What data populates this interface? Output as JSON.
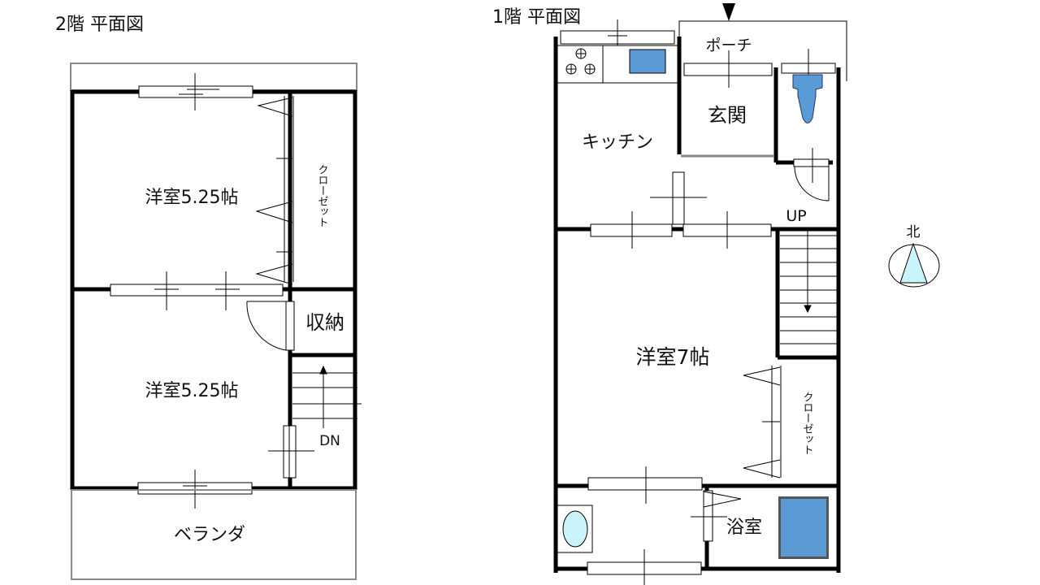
{
  "floor2": {
    "title": "2階 平面図",
    "rooms": {
      "west_room_north": "洋室5.25帖",
      "west_room_south": "洋室5.25帖",
      "closet": "クローゼット",
      "storage": "収納",
      "veranda": "ベランダ",
      "stairs": "DN"
    }
  },
  "floor1": {
    "title": "1階 平面図",
    "rooms": {
      "porch": "ポーチ",
      "entrance": "玄関",
      "kitchen": "キッチン",
      "western_room": "洋室7帖",
      "closet": "クローゼット",
      "bath": "浴室",
      "stairs": "UP"
    }
  },
  "compass": {
    "label": "北",
    "fill": "#c8f4fa"
  },
  "colors": {
    "fixture_blue": "#5b9bd5",
    "basin_light": "#c8f4fa",
    "wall": "#000000"
  }
}
